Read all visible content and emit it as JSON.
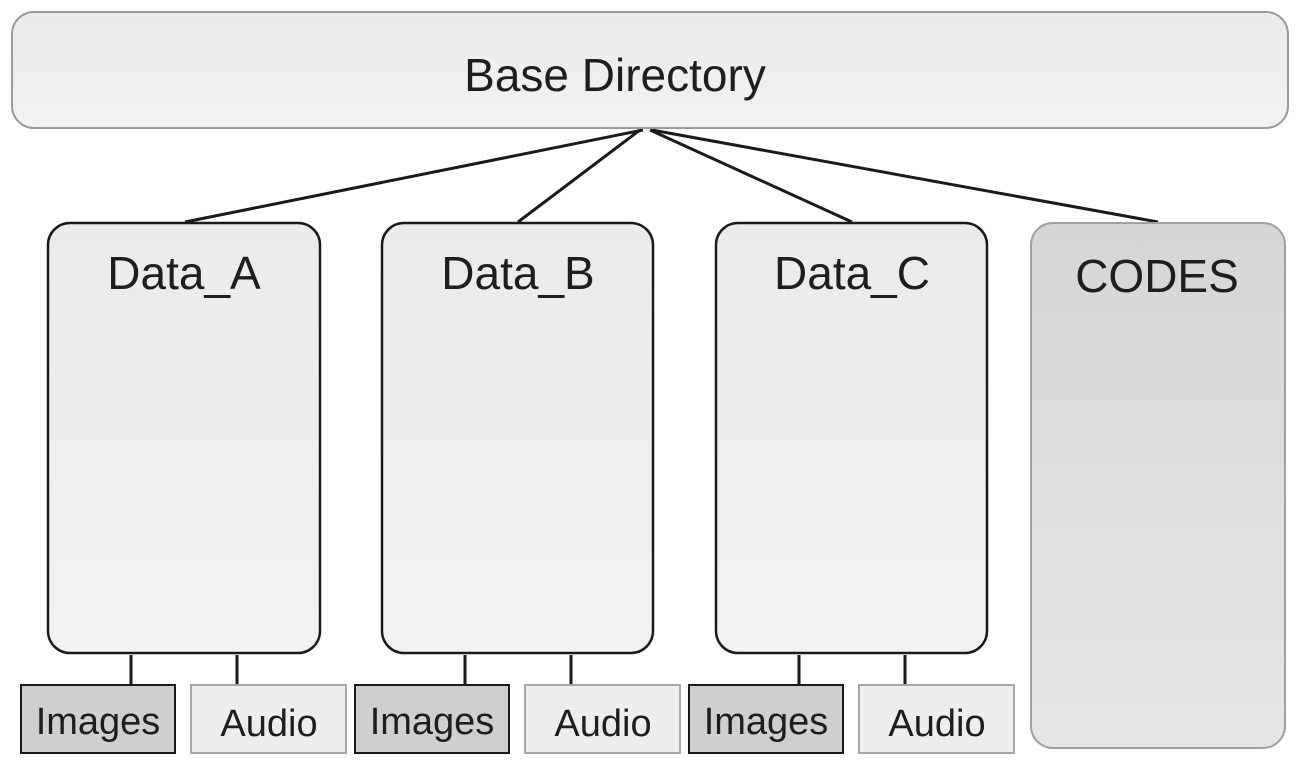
{
  "base": {
    "label": "Base Directory"
  },
  "data_folders": [
    {
      "label": "Data_A",
      "children": [
        {
          "label": "Images",
          "kind": "images"
        },
        {
          "label": "Audio",
          "kind": "audio"
        }
      ]
    },
    {
      "label": "Data_B",
      "children": [
        {
          "label": "Images",
          "kind": "images"
        },
        {
          "label": "Audio",
          "kind": "audio"
        }
      ]
    },
    {
      "label": "Data_C",
      "children": [
        {
          "label": "Images",
          "kind": "images"
        },
        {
          "label": "Audio",
          "kind": "audio"
        }
      ]
    }
  ],
  "codes": {
    "label": "CODES"
  },
  "colors": {
    "light_fill": "#ececec",
    "codes_fill": "#dcdcdc",
    "images_fill": "#cfcfcf",
    "audio_fill": "#eeeeee",
    "stroke": "#1a1a1a",
    "soft_stroke": "#9a9a9a"
  }
}
